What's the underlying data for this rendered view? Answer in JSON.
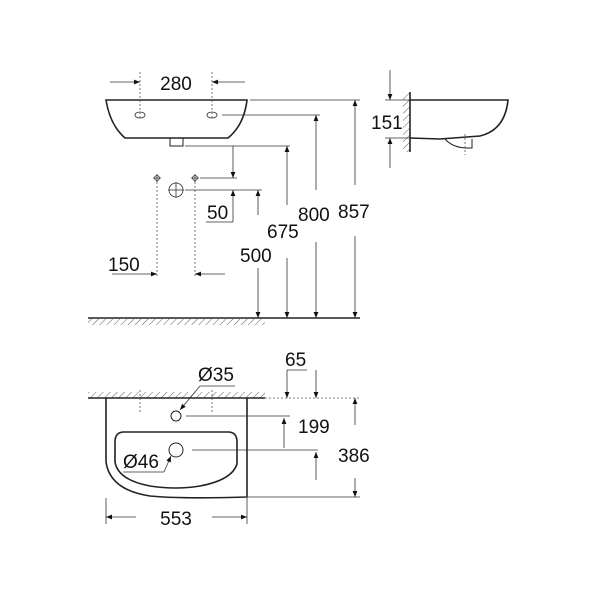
{
  "front_view": {
    "tap_spacing": "280",
    "drain_offset": "50",
    "supply_spacing": "150",
    "drain_height": "500",
    "waste_height": "675",
    "tap_height": "800",
    "rim_height": "857"
  },
  "side_view": {
    "basin_depth": "151"
  },
  "plan_view": {
    "tap_hole_diameter": "Ø35",
    "waste_diameter": "Ø46",
    "tap_offset": "65",
    "waste_distance": "199",
    "projection": "386",
    "width": "553"
  },
  "colors": {
    "line": "#222222",
    "background": "#ffffff"
  }
}
